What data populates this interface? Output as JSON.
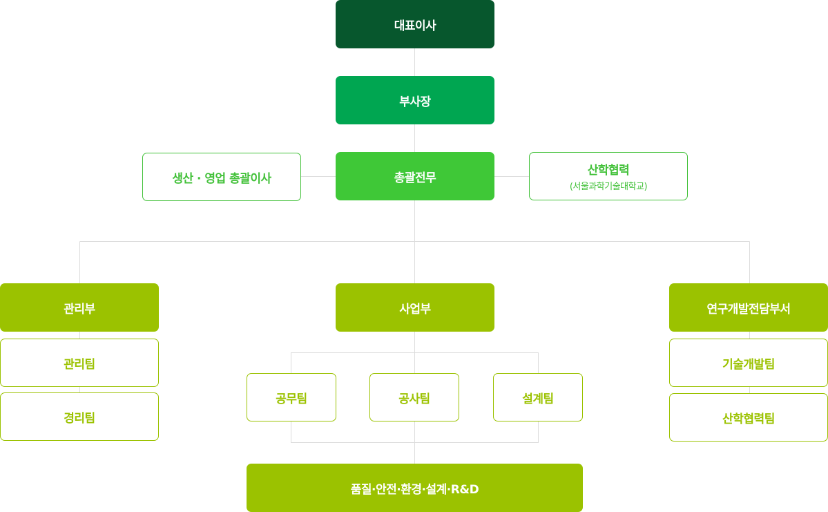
{
  "colors": {
    "ceo": "#07572d",
    "vp": "#00a651",
    "gm": "#3fc837",
    "dept": "#9bc200",
    "outline_green": "#43c13a",
    "outline_lime": "#9bc200",
    "line": "#dcdcdc"
  },
  "nodes": {
    "ceo": "대표이사",
    "vice_president": "부사장",
    "general_manager": "총괄전무",
    "production_sales": "생산 · 영업 총괄이사",
    "industry_academia": {
      "title": "산학협력",
      "subtitle": "(서울과학기술대학교)"
    },
    "admin_dept": "관리부",
    "admin_teams": [
      "관리팀",
      "경리팀"
    ],
    "business_dept": "사업부",
    "business_teams": [
      "공무팀",
      "공사팀",
      "설계팀"
    ],
    "quality": "품질·안전·환경·설계·R&D",
    "rnd_dept": "연구개발전담부서",
    "rnd_teams": [
      "기술개발팀",
      "산학협력팀"
    ]
  }
}
